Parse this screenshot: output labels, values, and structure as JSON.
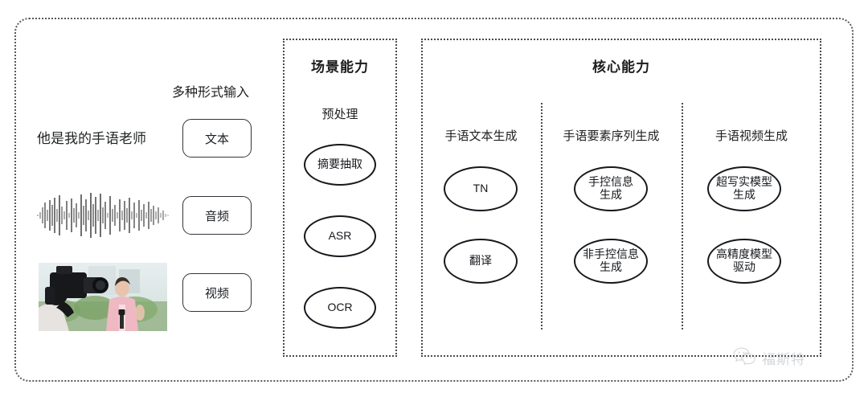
{
  "diagram": {
    "input_panel": {
      "header": "多种形式输入",
      "sample_sentence": "他是我的手语老师",
      "modalities": [
        {
          "label": "文本",
          "media": "text-sentence"
        },
        {
          "label": "音频",
          "media": "audio-waveform"
        },
        {
          "label": "视频",
          "media": "video-thumbnail"
        }
      ]
    },
    "scene_section": {
      "title": "场景能力",
      "group_label": "预处理",
      "nodes": [
        "摘要抽取",
        "ASR",
        "OCR"
      ]
    },
    "core_section": {
      "title": "核心能力",
      "columns": [
        {
          "label": "手语文本生成",
          "nodes": [
            "TN",
            "翻译"
          ]
        },
        {
          "label": "手语要素序列生成",
          "nodes": [
            "手控信息\n生成",
            "非手控信息\n生成"
          ]
        },
        {
          "label": "手语视频生成",
          "nodes": [
            "超写实模型\n生成",
            "高精度模型\n驱动"
          ]
        }
      ]
    },
    "watermark": {
      "text": "福斯特",
      "icon": "wechat-icon"
    },
    "colors": {
      "frame": "#5a5a5a",
      "box": "#4a4a4a",
      "node_stroke": "#15181c",
      "text": "#1f1f1f",
      "watermark": "#9aa0a6",
      "background": "#ffffff"
    }
  }
}
